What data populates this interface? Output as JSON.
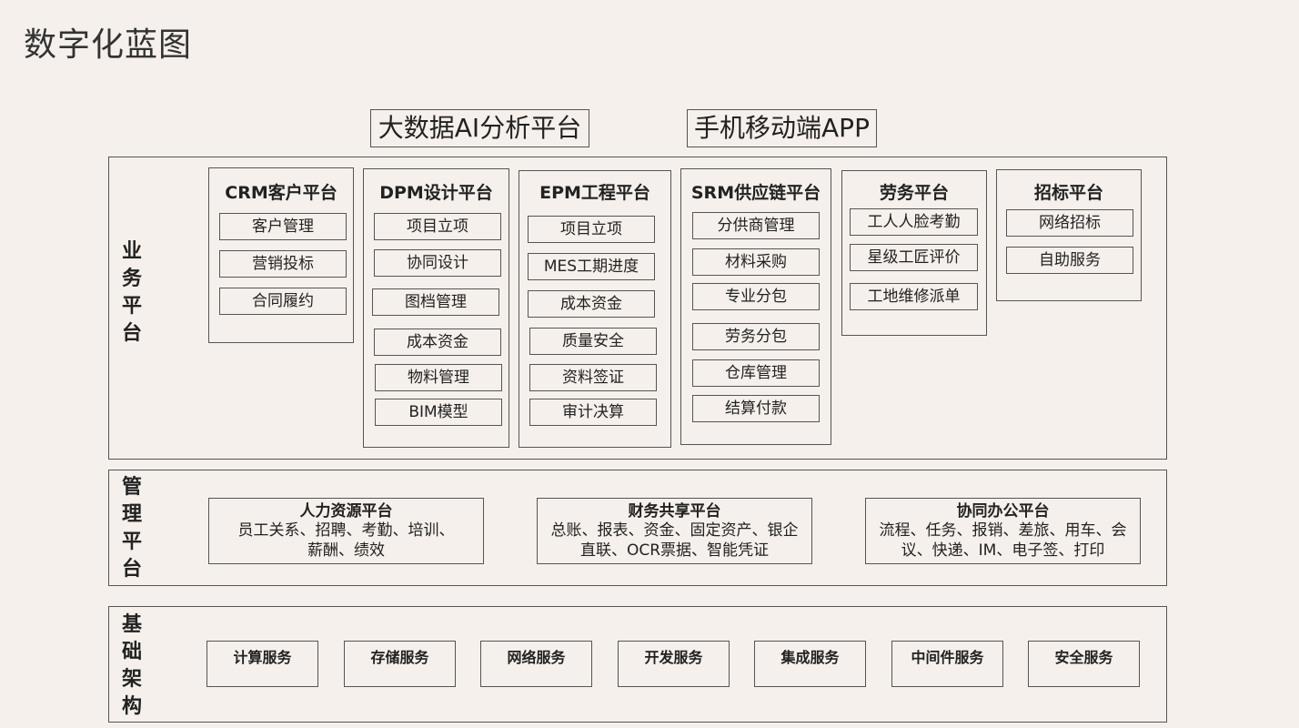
{
  "title": "数字化蓝图",
  "top": {
    "bigdata": "大数据AI分析平台",
    "mobile": "手机移动端APP"
  },
  "bands": {
    "business": "业务平台",
    "management": "管理平台",
    "infrastructure": "基础架构"
  },
  "business_platforms": [
    {
      "name": "CRM客户平台",
      "items": [
        "客户管理",
        "营销投标",
        "合同履约"
      ]
    },
    {
      "name": "DPM设计平台",
      "items": [
        "项目立项",
        "协同设计",
        "图档管理",
        "成本资金",
        "物料管理",
        "BIM模型"
      ]
    },
    {
      "name": "EPM工程平台",
      "items": [
        "项目立项",
        "MES工期进度",
        "成本资金",
        "质量安全",
        "资料签证",
        "审计决算"
      ]
    },
    {
      "name": "SRM供应链平台",
      "items": [
        "分供商管理",
        "材料采购",
        "专业分包",
        "劳务分包",
        "仓库管理",
        "结算付款"
      ]
    },
    {
      "name": "劳务平台",
      "items": [
        "工人人脸考勤",
        "星级工匠评价",
        "工地维修派单"
      ]
    },
    {
      "name": "招标平台",
      "items": [
        "网络招标",
        "自助服务"
      ]
    }
  ],
  "management_platforms": [
    {
      "name": "人力资源平台",
      "line1": "员工关系、招聘、考勤、培训、",
      "line2": "薪酬、绩效"
    },
    {
      "name": "财务共享平台",
      "line1": "总账、报表、资金、固定资产、银企",
      "line2": "直联、OCR票据、智能凭证"
    },
    {
      "name": "协同办公平台",
      "line1": "流程、任务、报销、差旅、用车、会",
      "line2": "议、快递、IM、电子签、打印"
    }
  ],
  "services": [
    "计算服务",
    "存储服务",
    "网络服务",
    "开发服务",
    "集成服务",
    "中间件服务",
    "安全服务"
  ]
}
